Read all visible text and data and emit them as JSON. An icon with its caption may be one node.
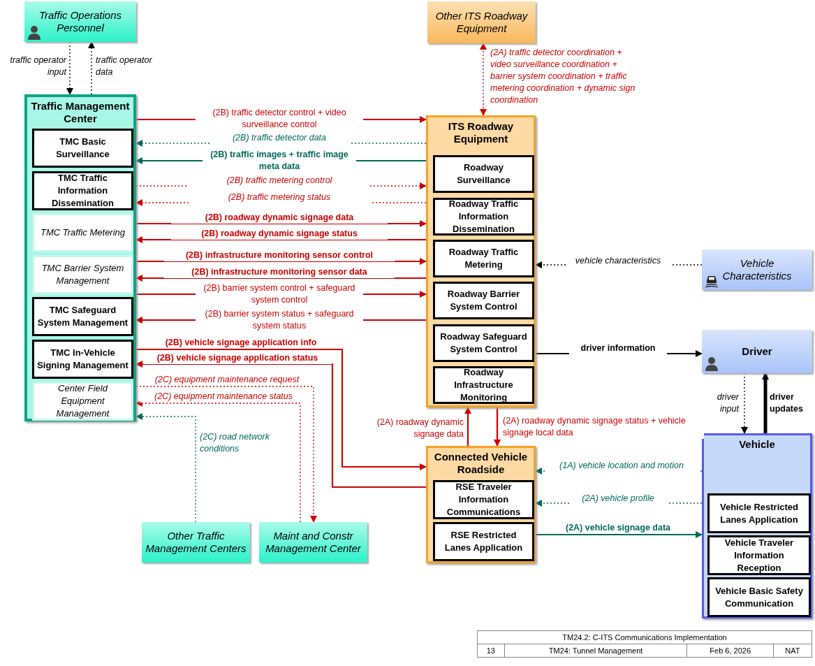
{
  "diagram": {
    "nodes": [
      {
        "text": [
          "Traffic Operations Personnel"
        ]
      },
      {
        "text": [
          "Traffic Management Center"
        ]
      },
      {
        "text": [
          "TMC Basic Surveillance"
        ],
        "in": 1
      },
      {
        "text": [
          "TMC Traffic Information Dissemination"
        ],
        "in": 1
      },
      {
        "text": [
          "TMC Traffic Metering"
        ],
        "in": 1
      },
      {
        "text": [
          "TMC Barrier System Management"
        ],
        "in": 1
      },
      {
        "text": [
          "TMC Safeguard System Management"
        ],
        "in": 1
      },
      {
        "text": [
          "TMC In-Vehicle Signing Management"
        ],
        "in": 1
      },
      {
        "text": [
          "Center Field Equipment Management"
        ],
        "in": 1
      },
      {
        "text": [
          "Other ITS Roadway Equipment"
        ]
      },
      {
        "text": [
          "ITS Roadway Equipment"
        ]
      },
      {
        "text": [
          "Roadway Surveillance"
        ],
        "in": 10
      },
      {
        "text": [
          "Roadway Traffic Information Dissemination"
        ],
        "in": 10
      },
      {
        "text": [
          "Roadway Traffic Metering"
        ],
        "in": 10
      },
      {
        "text": [
          "Roadway Barrier System Control"
        ],
        "in": 10
      },
      {
        "text": [
          "Roadway Safeguard System Control"
        ],
        "in": 10
      },
      {
        "text": [
          "Roadway Infrastructure Monitoring"
        ],
        "in": 10
      },
      {
        "text": [
          "Vehicle Characteristics"
        ]
      },
      {
        "text": [
          "Driver"
        ]
      },
      {
        "text": [
          "Connected Vehicle Roadside"
        ]
      },
      {
        "text": [
          "RSE Traveler Information Communications"
        ],
        "in": 19
      },
      {
        "text": [
          "RSE Restricted Lanes Application"
        ],
        "in": 19
      },
      {
        "text": [
          "Vehicle"
        ]
      },
      {
        "text": [
          "Vehicle Restricted Lanes Application"
        ],
        "in": 22
      },
      {
        "text": [
          "Vehicle Traveler Information Reception"
        ],
        "in": 22
      },
      {
        "text": [
          "Vehicle Basic Safety Communication"
        ],
        "in": 22
      },
      {
        "text": [
          "Other Traffic Management Centers"
        ]
      },
      {
        "text": [
          "Maint and Constr Management Center"
        ]
      }
    ],
    "edges": [
      {
        "from": 0,
        "to": 1,
        "arrow": "to",
        "label": "traffic operator input",
        "style": "dashed",
        "color": "#000000"
      },
      {
        "from": 1,
        "to": 0,
        "arrow": "to",
        "label": "traffic operator data",
        "style": "dashed",
        "color": "#000000"
      },
      {
        "from": 1,
        "to": 10,
        "arrow": "to",
        "label": "(2B) traffic detector control + video surveillance control"
      },
      {
        "from": 10,
        "to": 1,
        "arrow": "to",
        "label": "(2B) traffic detector data",
        "style": "dashed",
        "color": "#006b5b"
      },
      {
        "from": 10,
        "to": 1,
        "arrow": "to",
        "label": "(2B) traffic images + traffic image meta data",
        "color": "#006b5b"
      },
      {
        "from": 1,
        "to": 10,
        "arrow": "to",
        "label": "(2B) traffic metering control",
        "style": "dashed"
      },
      {
        "from": 10,
        "to": 1,
        "arrow": "to",
        "label": "(2B) traffic metering status",
        "style": "dashed"
      },
      {
        "from": 1,
        "to": 10,
        "arrow": "to",
        "label": "(2B) roadway dynamic signage data"
      },
      {
        "from": 10,
        "to": 1,
        "arrow": "to",
        "label": "(2B) roadway dynamic signage status"
      },
      {
        "from": 1,
        "to": 10,
        "arrow": "to",
        "label": "(2B) infrastructure monitoring sensor control"
      },
      {
        "from": 10,
        "to": 1,
        "arrow": "to",
        "label": "(2B) infrastructure monitoring sensor data"
      },
      {
        "from": 1,
        "to": 10,
        "arrow": "to",
        "label": "(2B) barrier system control + safeguard system control"
      },
      {
        "from": 10,
        "to": 1,
        "arrow": "to",
        "label": "(2B) barrier system status + safeguard system status"
      },
      {
        "from": 1,
        "to": 19,
        "arrow": "to",
        "label": "(2B) vehicle signage application info"
      },
      {
        "from": 19,
        "to": 1,
        "arrow": "to",
        "label": "(2B) vehicle signage application status"
      },
      {
        "from": 1,
        "to": 27,
        "arrow": "to",
        "label": "(2C) equipment maintenance request",
        "style": "dashed"
      },
      {
        "from": 27,
        "to": 1,
        "arrow": "to",
        "label": "(2C) equipment maintenance status",
        "style": "dashed"
      },
      {
        "from": 26,
        "to": 1,
        "arrow": "to",
        "label": "(2C) road network conditions",
        "style": "dashed",
        "color": "#006b5b"
      },
      {
        "from": 10,
        "to": 9,
        "arrow": "both",
        "label": "(2A) traffic detector coordination + video surveillance coordination + barrier system coordination + traffic metering coordination + dynamic sign coordination",
        "style": "dashed"
      },
      {
        "from": 17,
        "to": 10,
        "arrow": "to",
        "label": "vehicle characteristics",
        "style": "dashed",
        "color": "#000000"
      },
      {
        "from": 10,
        "to": 18,
        "arrow": "to",
        "label": "driver information",
        "color": "#000000"
      },
      {
        "from": 19,
        "to": 10,
        "arrow": "to",
        "label": "(2A) roadway dynamic signage data"
      },
      {
        "from": 10,
        "to": 19,
        "arrow": "to",
        "label": "(2A) roadway dynamic signage status + vehicle signage local data"
      },
      {
        "from": 18,
        "to": 22,
        "arrow": "to",
        "label": "driver input",
        "style": "dashed",
        "color": "#000000"
      },
      {
        "from": 22,
        "to": 18,
        "arrow": "to",
        "label": "driver updates",
        "style": "thick",
        "color": "#000000"
      },
      {
        "from": 22,
        "to": 19,
        "arrow": "to",
        "label": "(1A) vehicle location and motion",
        "style": "dashed",
        "color": "#006b5b"
      },
      {
        "from": 22,
        "to": 19,
        "arrow": "to",
        "label": "(2A) vehicle profile",
        "style": "dashed",
        "color": "#006b5b"
      },
      {
        "from": 19,
        "to": 22,
        "arrow": "to",
        "label": "(2A) vehicle signage data",
        "color": "#006b5b"
      }
    ],
    "labels": [
      "TM24.2: C-ITS Communications Implementation",
      "13",
      "TM24: Tunnel Management",
      "Feb 6, 2026",
      "NAT"
    ]
  }
}
